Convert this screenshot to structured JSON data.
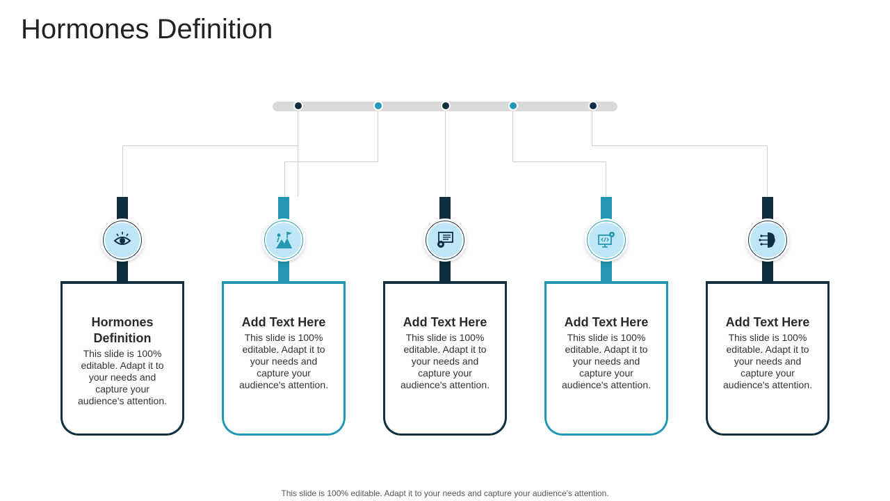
{
  "title": "Hormones Definition",
  "footer": "This slide is 100% editable. Adapt it to your needs and capture your audience's attention.",
  "colors": {
    "dark": "#0f2e40",
    "teal": "#2497b3",
    "icon_bg": "#bfe6f6"
  },
  "items": [
    {
      "title": "Hormones Definition",
      "text": "This slide is 100% editable. Adapt it to your needs and capture your audience's attention.",
      "icon": "eye-icon",
      "color": "#0f2e40"
    },
    {
      "title": "Add Text Here",
      "text": "This slide is 100% editable. Adapt it to your needs and capture your audience's attention.",
      "icon": "goal-climb-icon",
      "color": "#2497b3"
    },
    {
      "title": "Add Text Here",
      "text": "This slide is 100% editable. Adapt it to your needs and capture your audience's attention.",
      "icon": "monitor-gear-icon",
      "color": "#0f2e40"
    },
    {
      "title": "Add Text Here",
      "text": "This slide is 100% editable. Adapt it to your needs and capture your audience's attention.",
      "icon": "code-settings-icon",
      "color": "#2497b3"
    },
    {
      "title": "Add Text Here",
      "text": "This slide is 100% editable. Adapt it to your needs and capture your audience's attention.",
      "icon": "brain-circuit-icon",
      "color": "#0f2e40"
    }
  ]
}
